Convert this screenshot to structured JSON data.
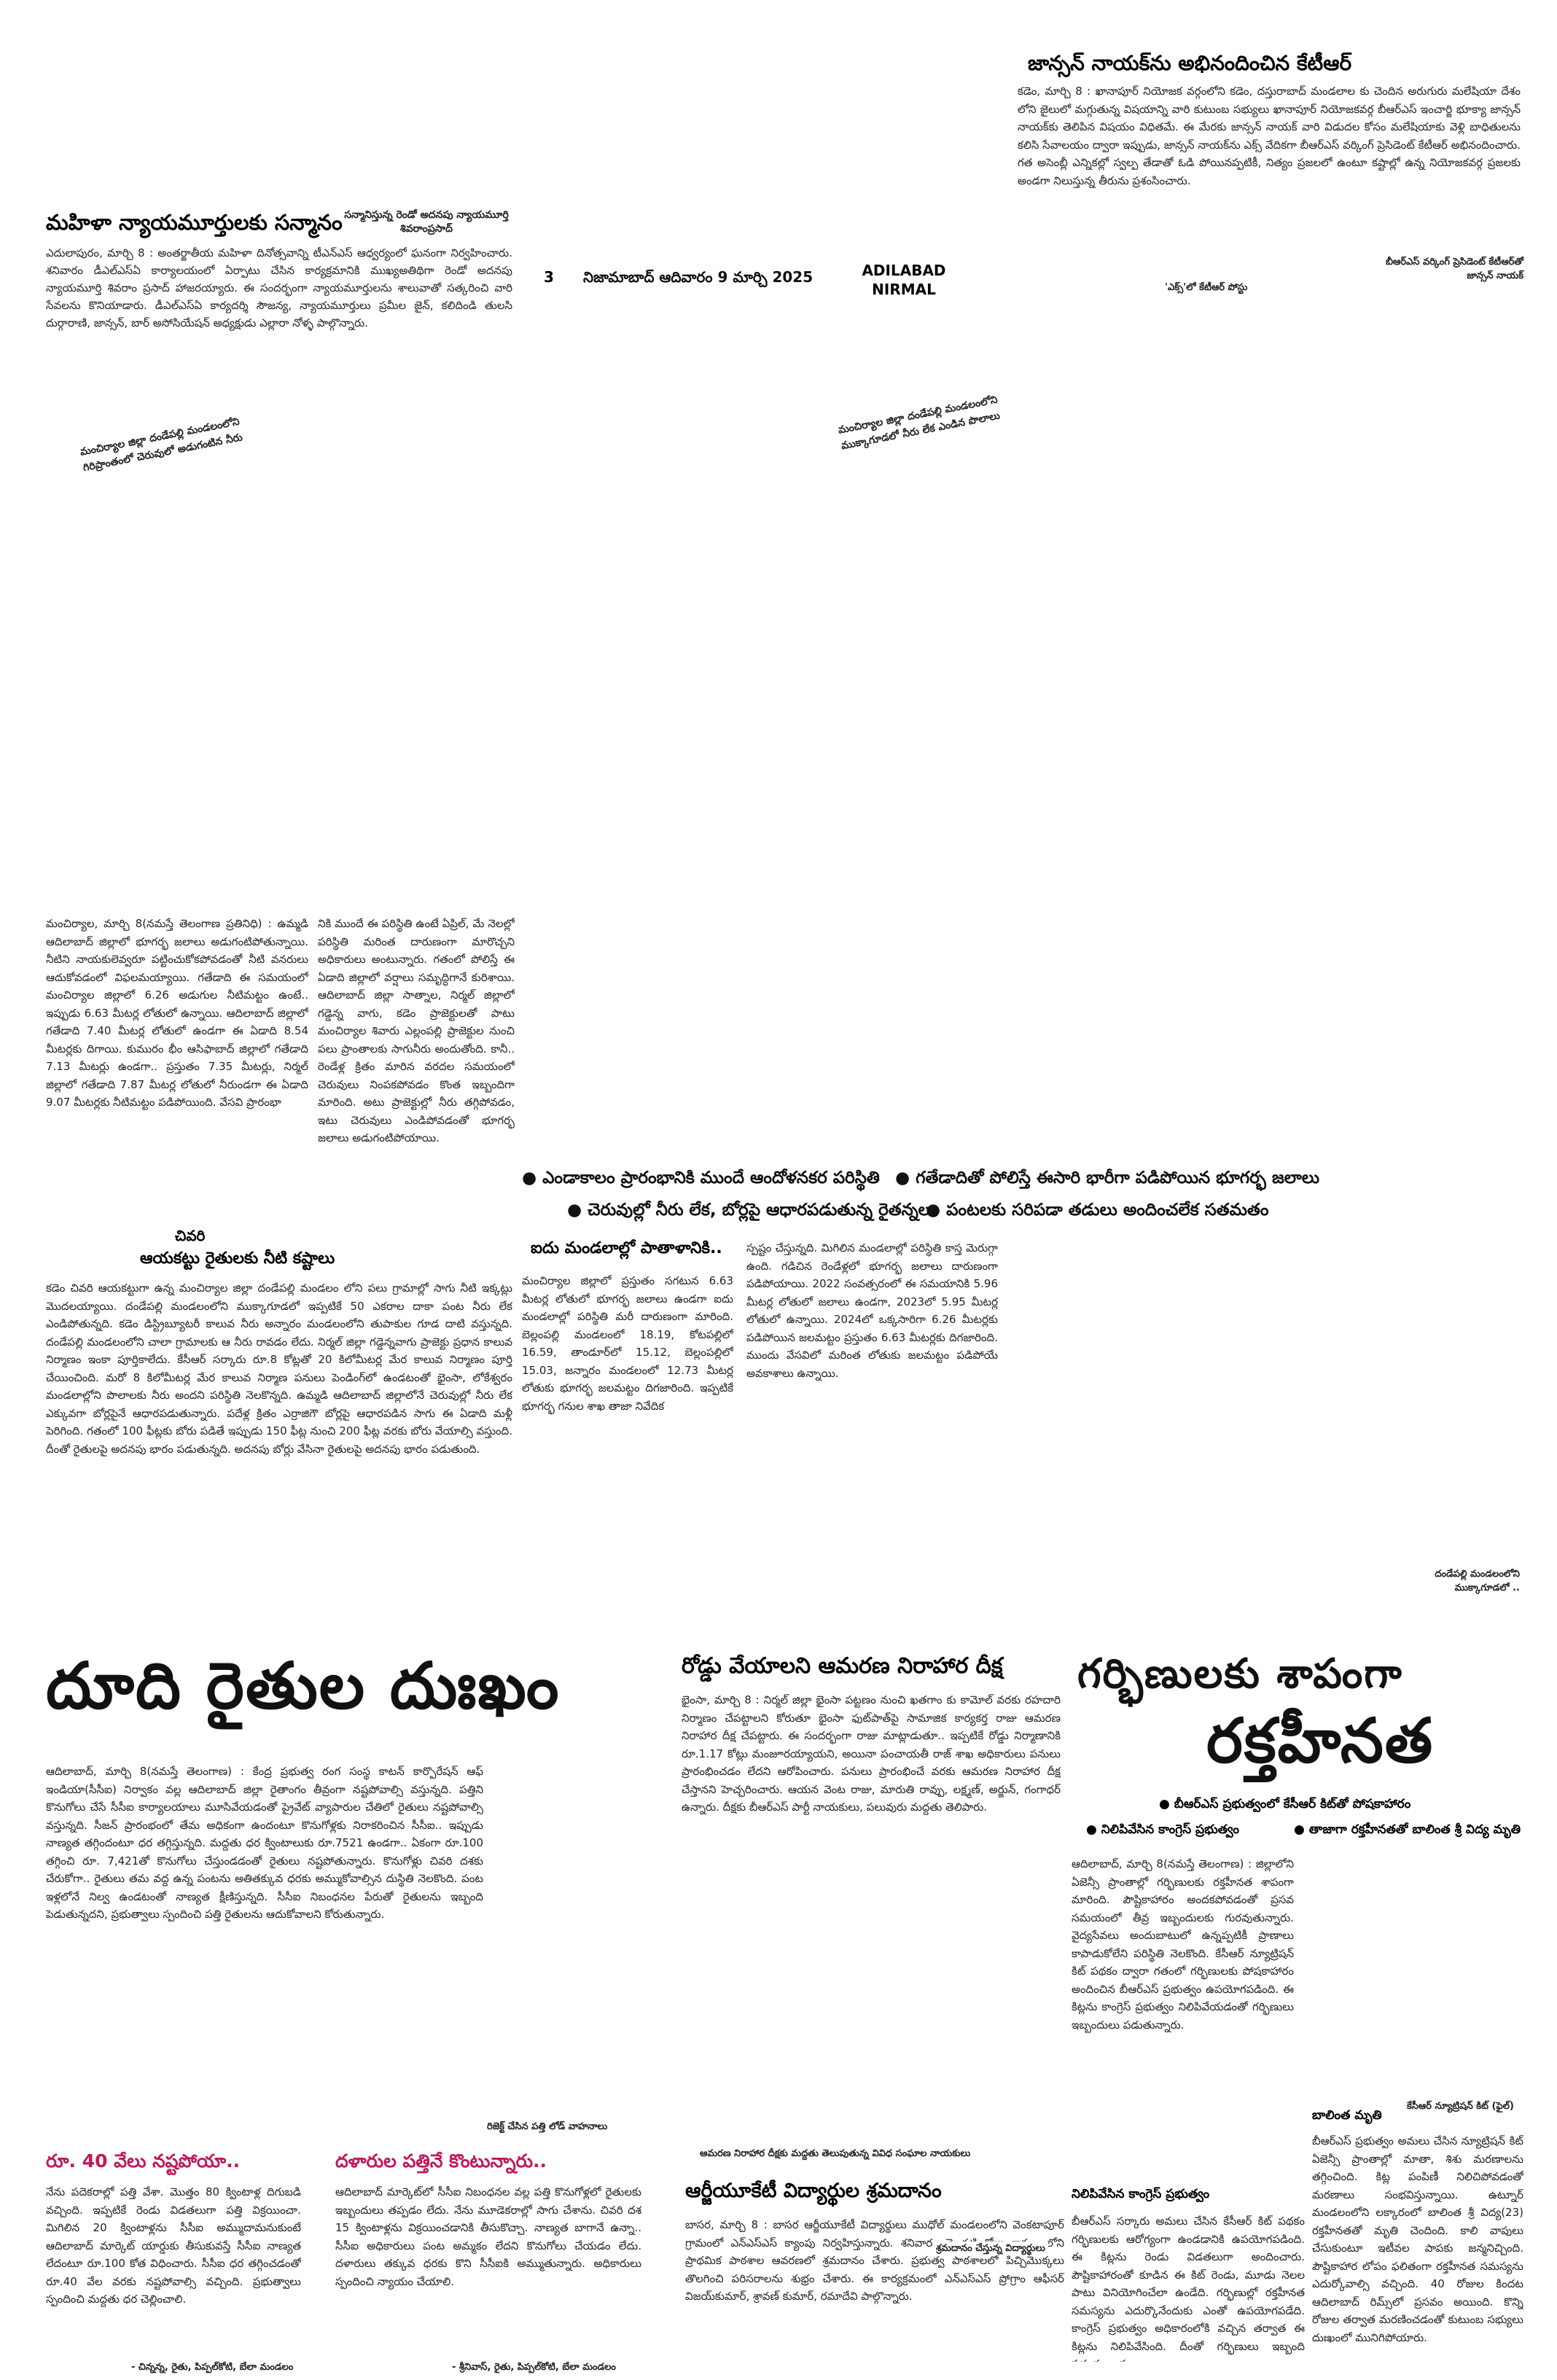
{
  "masthead": {
    "page_number": "3",
    "date": "నిజామాబాద్ ఆదివారం 9 మార్చి 2025",
    "edition_line1": "ADILABAD",
    "edition_line2": "NIRMAL"
  },
  "story_ktr": {
    "headline": "జాన్సన్ నాయక్‌ను అభినందించిన కేటీఆర్",
    "body": "కడెం, మార్చి 8 : ఖానాపూర్ నియోజక వర్గంలోని కడెం, దస్తురాబాద్ మండలాల కు చెందిన అరుగురు మలేషియా దేశం లోని జైలులో మగ్గుతున్న విషయాన్ని వారి కుటుంబ సభ్యులు ఖానాపూర్ నియోజకవర్గ బీఆర్ఎస్ ఇంచార్జి భూక్యా జాన్సన్ నాయక్‌కు తెలిపిన విషయం విధితమే. ఈ మేరకు జాన్సన్ నాయక్ వారి విడుదల కోసం మలేషియాకు వెళ్లి బాధితులను కలిసి సేవాలయం ద్వారా ఇప్పుడు, జాన్సన్ నాయక్‌ను ఎక్స్ వేదికగా బీఆర్ఎస్ వర్కింగ్ ప్రెసిడెంట్ కేటీఆర్ అభినందించారు. గత అసెంబ్లీ ఎన్నికల్లో స్వల్ప తేడాతో ఓడి పోయినప్పటికీ, నిత్యం ప్రజలలో ఉంటూ కష్టాల్లో ఉన్న నియోజకవర్గ ప్రజలకు అండగా నిలుస్తున్న తీరును ప్రశంసించారు.",
    "caption_x": "'ఎక్స్'లో కేటీఆర్ పోస్టు",
    "caption_ktr": "బీఆర్ఎస్ వర్కింగ్ ప్రెసిడెంట్ కేటీఆర్‌తో జాన్సన్ నాయక్"
  },
  "story_women_judges": {
    "headline": "మహిళా న్యాయమూర్తులకు సన్మానం",
    "caption": "సన్మానిస్తున్న రెండో అదనపు న్యాయమూర్తి శివరాంప్రసాద్",
    "body": "ఎదులాపురం, మార్చి 8 : అంతర్జాతీయ మహిళా దినోత్సవాన్ని టీఎన్ఎస్ ఆధ్వర్యంలో ఘనంగా నిర్వహించారు. శనివారం డీఎల్ఎస్ఏ కార్యాలయంలో ఏర్పాటు చేసిన కార్యక్రమానికి ముఖ్యఅతిథిగా రెండో అదనపు న్యాయమూర్తి శివరాం ప్రసాద్ హాజరయ్యారు. ఈ సందర్భంగా న్యాయమూర్తులను శాలువాతో సత్కరించి వారి సేవలను కొనియాడారు. డీఎల్ఎస్ఏ కార్యదర్శి సౌజన్య, న్యాయమూర్తులు ప్రమీల జైన్, కలిదిండి తులసి దుర్గారాణి, జాన్సన్, బార్ అసోసియేషన్ అధ్యక్షుడు ఎల్లారా నోళ్ళ పాల్గొన్నారు."
  },
  "photo_captions": {
    "left": "మంచిర్యాల జిల్లా దండేపల్లి మండలంలోని గిరిప్రాంతంలో చెరువులో అడుగంటిన నీరు",
    "center": "మంచిర్యాల జిల్లా దండేపల్లి మండలంలోని ముక్కాగూడలో నీరు లేక ఎండిన పొలాలు",
    "right_line1": "దండేపల్లి మండలంలోని",
    "right_line2": "ముక్కాగూడలో .."
  },
  "story_groundwater": {
    "col1": "మంచిర్యాల, మార్చి 8(నమస్తే తెలంగాణ ప్రతినిధి) : ఉమ్మడి ఆదిలాబాద్ జిల్లాలో భూగర్భ జలాలు అడుగంటిపోతున్నాయి. నీటిని నాయకులెవ్వరూ పట్టించుకోకపోవడంతో నీటి వనరులు ఆదుకోవడంలో విఫలమయ్యాయి. గతేడాది ఈ సమయంలో మంచిర్యాల జిల్లాలో 6.26 అడుగుల నీటిమట్టం ఉంటే.. ఇప్పుడు 6.63 మీటర్ల లోతులో ఉన్నాయి. ఆదిలాబాద్ జిల్లాలో గతేడాది 7.40 మీటర్ల లోతులో ఉండగా ఈ ఏడాది 8.54 మీటర్లకు దిగాయి. కుమురం భీం ఆసిఫాబాద్ జిల్లాలో గతేడాది 7.13 మీటర్లు ఉండగా.. ప్రస్తుతం 7.35 మీటర్లు, నిర్మల్ జిల్లాలో గతేడాది 7.87 మీటర్ల లోతులో నీరుండగా ఈ ఏడాది 9.07 మీటర్లకు నీటిమట్టం పడిపోయింది. వేసవి ప్రారంభా",
    "col2": "నికి ముందే ఈ పరిస్థితి ఉంటే ఏప్రిల్, మే నెలల్లో పరిస్థితి మరింత దారుణంగా మారొచ్చని అధికారులు అంటున్నారు. గతంలో పోలిస్తే ఈ ఏడాది జిల్లాలో వర్షాలు సమృద్ధిగానే కురిశాయి. ఆదిలాబాద్ జిల్లా సాత్నాల, నిర్మల్ జిల్లాలో గడ్డెన్న వాగు, కడెం ప్రాజెక్టులతో పాటు మంచిర్యాల శివారు ఎల్లంపల్లి ప్రాజెక్టుల నుంచి పలు ప్రాంతాలకు సాగునీరు అందుతోంది. కానీ.. రెండేళ్ల క్రితం మారిన వరదల సమయంలో చెరువులు నింపకపోవడం కొంత ఇబ్బందిగా మారింది. అటు ప్రాజెక్టుల్లో నీరు తగ్గిపోవడం, ఇటు చెరువులు ఎండిపోవడంతో భూగర్భ జలాలు అడుగంటిపోయాయి.",
    "subhead_left": "ఐదు మండలాల్లో పాతాళానికి..",
    "col3": "మంచిర్యాల జిల్లాలో ప్రస్తుతం సగటున 6.63 మీటర్ల లోతులో భూగర్భ జలాలు ఉండగా ఐదు మండలాల్లో పరిస్థితి మరీ దారుణంగా మారింది. బెల్లంపల్లి మండలంలో 18.19, కోటపల్లిలో 16.59, తాండూర్‌లో 15.12, బెల్లంపల్లిలో 15.03, జన్నారం మండలంలో 12.73 మీటర్ల లోతుకు భూగర్భ జలమట్టం దిగజారింది. ఇప్పటికే భూగర్భ గనుల శాఖ తాజా నివేదిక",
    "col4": "స్పష్టం చేస్తున్నది. మిగిలిన మండలాల్లో పరిస్థితి కాస్త మెరుగ్గా ఉంది. గడిచిన రెండేళ్లలో భూగర్భ జలాలు దారుణంగా పడిపోయాయి. 2022 సంవత్సరంలో ఈ సమయానికి 5.96 మీటర్ల లోతులో జలాలు ఉండగా, 2023లో 5.95 మీటర్ల లోతులో ఉన్నాయి. 2024లో ఒక్కసారిగా 6.26 మీటర్లకు పడిపోయిన జలమట్టం ప్రస్తుతం 6.63 మీటర్లకు దిగజారింది. ముందు వేసవిలో మరింత లోతుకు జలమట్టం పడిపోయే అవకాశాలు ఉన్నాయి.",
    "bullet1": "● ఎండాకాలం ప్రారంభానికి ముందే ఆందోళనకర పరిస్థితి",
    "bullet2": "● గతేడాదితో పోలిస్తే ఈసారి భారీగా పడిపోయిన భూగర్భ జలాలు",
    "bullet3": "● చెరువుల్లో నీరు లేక, బోర్లపై ఆధారపడుతున్న రైతన్నలు",
    "bullet4": "● పంటలకు సరిపడా తడులు అందించలేక సతమతం",
    "tail_kicker": "చివరి",
    "tail_title": "ఆయకట్టు రైతులకు నీటి కష్టాలు",
    "tail_body": "కడెం చివరి ఆయకట్టుగా ఉన్న మంచిర్యాల జిల్లా దండేపల్లి మండలం లోని పలు గ్రామాల్లో సాగు నీటి ఇక్కట్లు మొదలయ్యాయి. దండేపల్లి మండలంలోని ముక్కాగూడలో ఇప్పటికే 50 ఎకరాల దాకా పంట నీరు లేక ఎండిపోతున్నది. కడెం డిస్ట్రిబ్యూటరీ కాలువ నీరు అన్నారం మండలంలోని తుపాకుల గూడ దాటి వస్తున్నది. దండేపల్లి మండలంలోని చాలా గ్రామాలకు ఆ నీరు రావడం లేదు. నిర్మల్ జిల్లా గడ్డెన్నవాగు ప్రాజెక్టు ప్రధాన కాలువ నిర్మాణం ఇంకా పూర్తికాలేదు. కేసీఆర్ సర్కారు రూ.8 కోట్లతో 20 కిలోమీటర్ల మేర కాలువ నిర్మాణం పూర్తి చేయించింది. మరో 8 కిలోమీటర్ల మేర కాలువ నిర్మాణ పనులు పెండింగ్‌లో ఉండటంతో భైంసా, లోకేశ్వరం మండలాల్లోని పొలాలకు నీరు అందని పరిస్థితి నెలకొన్నది. ఉమ్మడి ఆదిలాబాద్ జిల్లాలోనే చెరువుల్లో నీరు లేక ఎక్కువగా బోర్లపైనే ఆధారపడుతున్నారు. పదేళ్ల క్రితం ఎర్రాజిగౌ బోర్లపై ఆధారపడిన సాగు ఈ ఏడాది మళ్లీ పెరిగింది. గతంలో 100 ఫీట్లకు బోరు పడితే ఇప్పుడు 150 ఫీట్ల నుంచి 200 ఫీట్ల వరకు బోరు వేయాల్సి వస్తుంది. దీంతో రైతులపై అదనపు భారం పడుతున్నది. అదనపు బోర్లు వేసినా రైతులపై అదనపు భారం పడుతుంది."
  },
  "story_milk": {
    "headline": "దూది రైతుల దుఃఖం",
    "body": "ఆదిలాబాద్, మార్చి 8(నమస్తే తెలంగాణ) : కేంద్ర ప్రభుత్వ రంగ సంస్థ కాటన్ కార్పొరేషన్ ఆఫ్ ఇండియా(సీసీఐ) నిర్వాకం వల్ల ఆదిలాబాద్ జిల్లా రైతాంగం తీవ్రంగా నష్టపోవాల్సి వస్తున్నది. పత్తిని కొనుగోలు చేసే సీసీఐ కార్యాలయాలు మూసివేయడంతో ప్రైవేట్ వ్యాపారుల చేతిలో రైతులు నష్టపోవాల్సి వస్తున్నది. సీజన్ ప్రారంభంలో తేమ అధికంగా ఉందంటూ కొనుగోళ్లకు నిరాకరించిన సీసీఐ.. ఇప్పుడు నాణ్యత తగ్గిందంటూ ధర తగ్గిస్తున్నది. మద్దతు ధర క్వింటాలుకు రూ.7521 ఉండగా.. ఏకంగా రూ.100 తగ్గించి రూ. 7,421తో కొనుగోలు చేస్తుండడంతో రైతులు నష్టపోతున్నారు. కొనుగోళ్లు చివరి దశకు చేరుకోగా.. రైతులు తమ వద్ద ఉన్న పంటను అతితక్కువ ధరకు అమ్ముకోవాల్సిన దుస్థితి నెలకొంది. పంట ఇళ్లలోనే నిల్వ ఉండటంతో నాణ్యత క్షీణిస్తున్నది. సీసీఐ నిబంధనల పేరుతో రైతులను ఇబ్బంది పెడుతున్నదని, ప్రభుత్వాలు స్పందించి పత్తి రైతులను ఆదుకోవాలని కోరుతున్నారు.",
    "photo_caption": "రిజెక్ట్ చేసిన పత్తి లోడ్ వాహనాలు",
    "sub1_title": "రూ. 40 వేలు నష్టపోయా..",
    "sub1_body": "నేను పదెకరాల్లో పత్తి వేశా. మొత్తం 80 క్వింటాళ్ల దిగుబడి వచ్చింది. ఇప్పటికే రెండు విడతలుగా పత్తి విక్రయించా. మిగిలిన 20 క్వింటాళ్లను సీసీఐ అమ్ముదామనుకుంటే ఆదిలాబాద్ మార్కెట్ యార్డుకు తీసుకువస్తే సీసీఐ నాణ్యత లేదంటూ రూ.100 కోత విధించారు. సీసీఐ ధర తగ్గించడంతో రూ.40 వేల వరకు నష్టపోవాల్సి వచ్చింది. ప్రభుత్వాలు స్పందించి మద్దతు ధర చెల్లించాలి.",
    "sub1_sig": "- చిన్నన్న, రైతు, పిప్పల్‌కోటి, బేలా మండలం",
    "sub2_title": "దళారుల పత్తినే కొంటున్నారు..",
    "sub2_body": "ఆదిలాబాద్ మార్కెట్‌లో సీసీఐ నిబంధనల వల్ల పత్తి కొనుగోళ్లలో రైతులకు ఇబ్బందులు తప్పడం లేదు. నేను మూడెకరాల్లో సాగు చేశాను. చివరి దశ 15 క్వింటాళ్లను విక్రయించడానికి తీసుకొచ్చా. నాణ్యత బాగానే ఉన్నా.. సీసీఐ అధికారులు పంట అమ్మకం లేదని కొనుగోలు చేయడం లేదు. దళారులు తక్కువ ధరకు కొని సీసీఐకి అమ్ముతున్నారు. అధికారులు స్పందించి న్యాయం చేయాలి.",
    "sub2_sig": "- శ్రీనివాస్, రైతు, పిప్పల్‌కోటి, బేలా మండలం"
  },
  "story_road": {
    "headline": "రోడ్డు వేయాలని ఆమరణ నిరాహార దీక్ష",
    "body": "భైంసా, మార్చి 8 : నిర్మల్ జిల్లా భైంసా పట్టణం నుంచి ఖతగాం కు కామోల్ వరకు రహదారి నిర్మాణం చేపట్టాలని కోరుతూ భైంసా ఫుట్‌పాత్‌పై సామాజిక కార్యకర్త రాజు ఆమరణ నిరాహార దీక్ష చేపట్టారు. ఈ సందర్భంగా రాజు మాట్లాడుతూ.. ఇప్పటికే రోడ్డు నిర్మాణానికి రూ.1.17 కోట్లు మంజూరయ్యాయని, అయినా పంచాయతీ రాజ్ శాఖ అధికారులు పనులు ప్రారంభించడం లేదని ఆరోపించారు. పనులు ప్రారంభించే వరకు ఆమరణ నిరాహార దీక్ష చేస్తానని హెచ్చరించారు. ఆయన వెంట రాజు, మారుతి రావ్పు, లక్ష్మణ్, అర్జున్, గంగాధర్ ఉన్నారు. దీక్షకు బీఆర్ఎస్ పార్టీ నాయకులు, పలువురు మద్దతు తెలిపారు.",
    "caption": "ఆమరణ నిరాహార దీక్షకు మద్దతు తెలుపుతున్న వివిధ సంఘాల నాయకులు"
  },
  "story_rgukt": {
    "headline": "ఆర్జీయూకేటీ విద్యార్థుల శ్రమదానం",
    "body": "బాసర, మార్చి 8 : బాసర ఆర్జీయూకేటీ విద్యార్థులు ముధోల్ మండలంలోని వెంకటాపూర్ గ్రామంలో ఎన్ఎస్ఎస్ క్యాంపు నిర్వహిస్తున్నారు. శనివారం మొదటి రోజు గ్రామం లోని ప్రాథమిక పాఠశాల ఆవరణలో శ్రమదానం చేశారు. ప్రభుత్వ పాఠశాలలో పిచ్చిమొక్కలు తొలగించి పరిసరాలను శుభ్రం చేశారు. ఈ కార్యక్రమంలో ఎన్ఎస్ఎస్ ప్రోగ్రాం ఆఫీసర్ విజయ్‌కుమార్, శ్రావణ్ కుమార్, రమాదేవి పాల్గొన్నారు.",
    "caption": "శ్రమదానం చేస్తున్న విద్యార్థులు"
  },
  "story_anemia": {
    "headline_line1": "గర్భిణులకు శాపంగా",
    "headline_line2": "రక్తహీనత",
    "bullet1": "● బీఆర్ఎస్ ప్రభుత్వంలో కేసీఆర్ కిట్‌తో పోషకాహారం",
    "bullet2": "● నిలిపివేసిన కాంగ్రెస్ ప్రభుత్వం",
    "bullet3": "● తాజాగా రక్తహీనతతో బాలింత శ్రీ విద్య మృతి",
    "body": "ఆదిలాబాద్, మార్చి 8(నమస్తే తెలంగాణ) : జిల్లాలోని ఏజెన్సీ ప్రాంతాల్లో గర్భిణులకు రక్తహీనత శాపంగా మారింది. పౌష్టికాహారం అందకపోవడంతో ప్రసవ సమయంలో తీవ్ర ఇబ్బందులకు గురవుతున్నారు. వైద్యసేవలు అందుబాటులో ఉన్నప్పటికీ ప్రాణాలు కాపాడుకోలేని పరిస్థితి నెలకొంది. కేసీఆర్ న్యూట్రిషన్ కిట్ పథకం ద్వారా గతంలో గర్భిణులకు పోషకాహారం అందించిన బీఆర్ఎస్ ప్రభుత్వం ఉపయోగపడింది. ఈ కిట్లను కాంగ్రెస్ ప్రభుత్వం నిలిపివేయడంతో గర్భిణులు ఇబ్బందులు పడుతున్నారు.",
    "sub_heading": "నిలిపివేసిన కాంగ్రెస్ ప్రభుత్వం",
    "body2": "బీఆర్ఎస్ సర్కారు అమలు చేసిన కేసీఆర్ కిట్ పథకం గర్భిణులకు ఆరోగ్యంగా ఉండడానికి ఉపయోగపడింది. ఈ కిట్లను రెండు విడతలుగా అందించారు. పౌష్టికాహారంతో కూడిన ఈ కిట్ రెండు, మూడు నెలల పాటు వినియోగించేలా ఉండేది. గర్భిణుల్లో రక్తహీనత సమస్యను ఎదుర్కొనేందుకు ఎంతో ఉపయోగపడేది. కాంగ్రెస్ ప్రభుత్వం అధికారంలోకి వచ్చిన తర్వాత ఈ కిట్లను నిలిపివేసింది. దీంతో గర్భిణులు ఇబ్బంది పడుతున్నారు.",
    "side_caption1": "కేసీఆర్ న్యూట్రిషన్ కిట్ (ఫైల్)",
    "side_caption2": "బాలింత మృతి",
    "side_body": "బీఆర్ఎస్ ప్రభుత్వం అమలు చేసిన న్యూట్రిషన్ కిట్ ఏజెన్సీ ప్రాంతాల్లో మాతా, శిశు మరణాలను తగ్గించింది. కిట్ల పంపిణీ నిలిచిపోవడంతో మరణాలు సంభవిస్తున్నాయి. ఉట్నూర్ మండలంలోని లక్కారంలో బాలింత శ్రీ విద్య(23) రక్తహీనతతో మృతి చెందింది. కాలి వాపులు చేసుకుంటూ ఇటీవల పాపకు జన్మనిచ్చింది. పౌష్టికాహార లోపం ఫలితంగా రక్తహీనత సమస్యను ఎదుర్కోవాల్సి వచ్చింది. 40 రోజుల కిందట ఆదిలాబాద్ రిమ్స్‌లో ప్రసవం అయింది. కొన్ని రోజుల తర్వాత మరణించడంతో కుటుంబ సభ్యులు దుఃఖంలో మునిగిపోయారు."
  }
}
